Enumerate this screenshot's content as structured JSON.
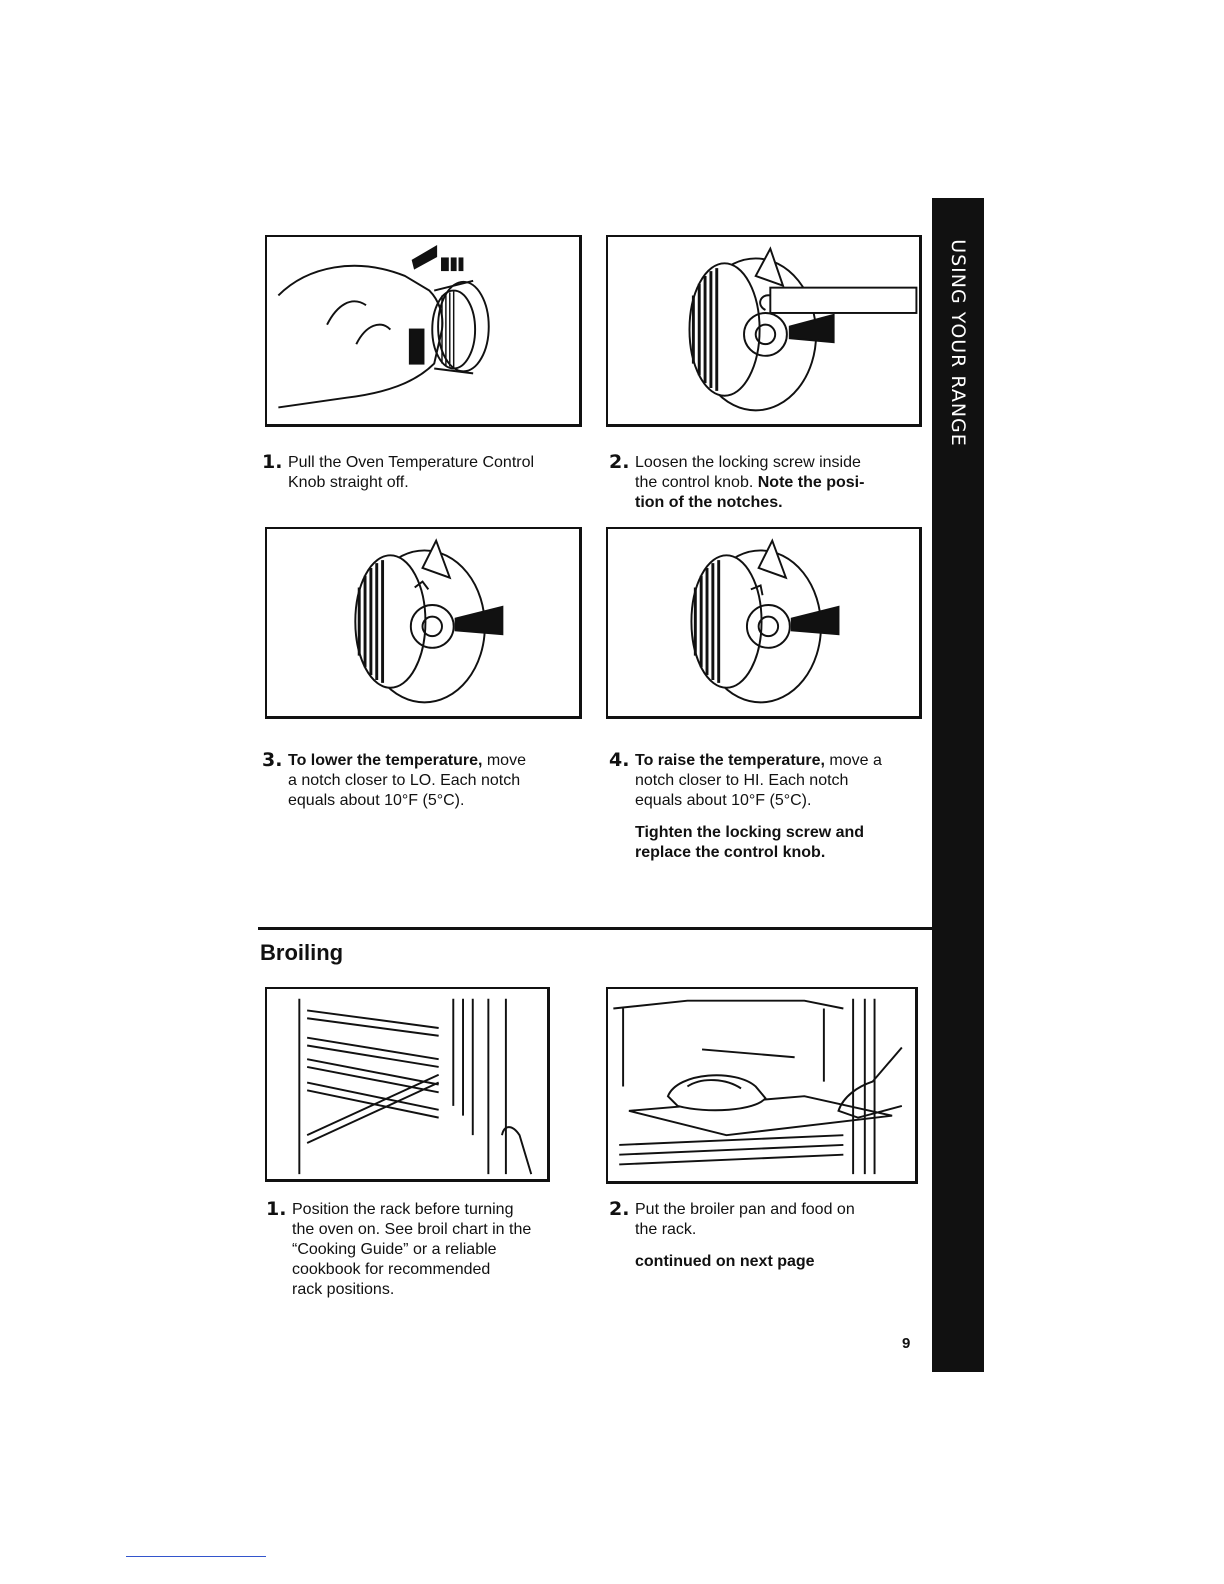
{
  "side_tab": {
    "label": "USING YOUR RANGE"
  },
  "steps_top": [
    {
      "num": "1.",
      "lines": [
        "Pull the Oven Temperature Control",
        "Knob straight off."
      ]
    },
    {
      "num": "2.",
      "lines": [
        "Loosen the locking screw  inside",
        "the control knob."
      ],
      "bold_tail": "Note the posi-",
      "bold_line": "tion of the notches."
    },
    {
      "num": "3.",
      "bold_lead": "To lower the temperature,",
      "lead_rest": " move",
      "lines": [
        "a notch closer to LO. Each notch",
        "equals about 10°F (5°C)."
      ]
    },
    {
      "num": "4.",
      "bold_lead": "To raise the temperature,",
      "lead_rest": " move a",
      "lines": [
        "notch closer to HI. Each notch",
        "equals about 10°F (5°C)."
      ],
      "note_lines": [
        "Tighten the locking screw and",
        "replace the control knob."
      ]
    }
  ],
  "section": {
    "heading": "Broiling"
  },
  "steps_broil": [
    {
      "num": "1.",
      "lines": [
        "Position the rack before turning",
        "the oven on. See broil chart in the",
        "“Cooking Guide” or a reliable",
        "cookbook for recommended",
        "rack positions."
      ]
    },
    {
      "num": "2.",
      "lines": [
        "Put the broiler pan and food on",
        "the rack."
      ],
      "note": "continued on next page"
    }
  ],
  "page_number": "9"
}
